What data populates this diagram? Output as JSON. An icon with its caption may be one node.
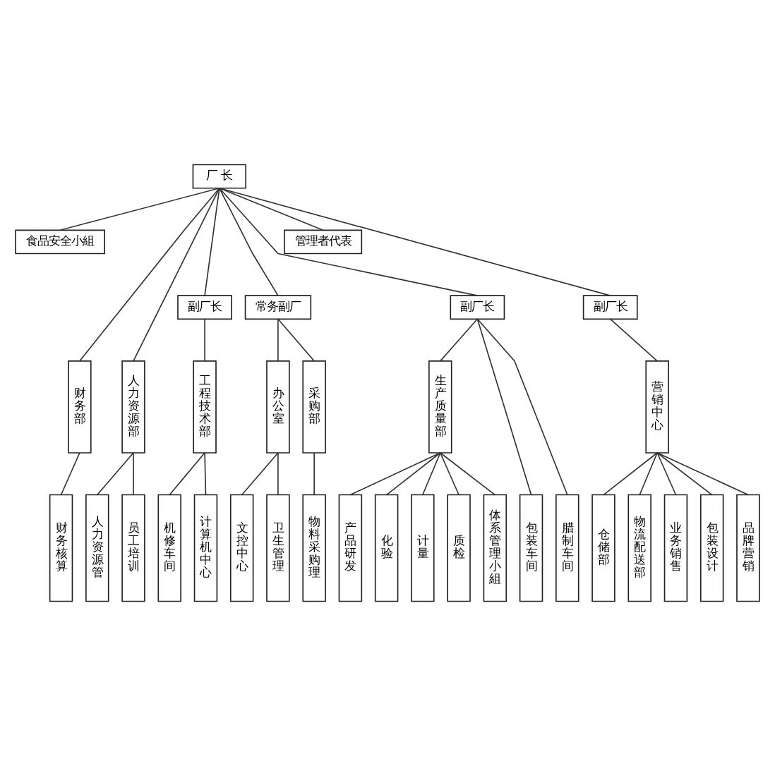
{
  "diagram": {
    "nodes": [
      {
        "text": [
          "厂 长"
        ]
      },
      {
        "text": [
          "食品安全小組"
        ]
      },
      {
        "text": [
          "管理者代表"
        ]
      },
      {
        "text": [
          "副厂长"
        ]
      },
      {
        "text": [
          "常务副厂"
        ]
      },
      {
        "text": [
          "副厂长"
        ]
      },
      {
        "text": [
          "副厂长"
        ]
      },
      {
        "text": [
          "财务部"
        ]
      },
      {
        "text": [
          "人力资源部"
        ]
      },
      {
        "text": [
          "工程技术部"
        ]
      },
      {
        "text": [
          "办公室"
        ]
      },
      {
        "text": [
          "采购部"
        ]
      },
      {
        "text": [
          "生产质量部"
        ]
      },
      {
        "text": [
          "营销中心"
        ]
      },
      {
        "text": [
          "财务核算"
        ]
      },
      {
        "text": [
          "人力资源管"
        ]
      },
      {
        "text": [
          "员工培训"
        ]
      },
      {
        "text": [
          "机修车间"
        ]
      },
      {
        "text": [
          "计算机中心"
        ]
      },
      {
        "text": [
          "文控中心"
        ]
      },
      {
        "text": [
          "卫生管理"
        ]
      },
      {
        "text": [
          "物料采购理"
        ]
      },
      {
        "text": [
          "产品研发"
        ]
      },
      {
        "text": [
          "化验"
        ]
      },
      {
        "text": [
          "计量"
        ]
      },
      {
        "text": [
          "质检"
        ]
      },
      {
        "text": [
          "体系管理小組"
        ]
      },
      {
        "text": [
          "包装车间"
        ]
      },
      {
        "text": [
          "腊制车间"
        ]
      },
      {
        "text": [
          "仓储部"
        ]
      },
      {
        "text": [
          "物流配送部"
        ]
      },
      {
        "text": [
          "业务销售"
        ]
      },
      {
        "text": [
          "包装设计"
        ]
      },
      {
        "text": [
          "品牌营销"
        ]
      }
    ],
    "edges": [
      {
        "from": 0,
        "to": 1,
        "arrow": "none"
      },
      {
        "from": 0,
        "to": 7,
        "arrow": "none"
      },
      {
        "from": 0,
        "to": 8,
        "arrow": "none"
      },
      {
        "from": 0,
        "to": 3,
        "arrow": "none"
      },
      {
        "from": 0,
        "to": 4,
        "arrow": "none"
      },
      {
        "from": 0,
        "to": 5,
        "arrow": "none"
      },
      {
        "from": 0,
        "to": 2,
        "arrow": "none"
      },
      {
        "from": 0,
        "to": 6,
        "arrow": "none"
      },
      {
        "from": 3,
        "to": 9,
        "arrow": "none"
      },
      {
        "from": 4,
        "to": 10,
        "arrow": "none"
      },
      {
        "from": 4,
        "to": 11,
        "arrow": "none"
      },
      {
        "from": 5,
        "to": 12,
        "arrow": "none"
      },
      {
        "from": 5,
        "to": 27,
        "arrow": "none"
      },
      {
        "from": 5,
        "to": 28,
        "arrow": "none"
      },
      {
        "from": 6,
        "to": 13,
        "arrow": "none"
      },
      {
        "from": 7,
        "to": 14,
        "arrow": "none"
      },
      {
        "from": 8,
        "to": 15,
        "arrow": "none"
      },
      {
        "from": 8,
        "to": 16,
        "arrow": "none"
      },
      {
        "from": 9,
        "to": 17,
        "arrow": "none"
      },
      {
        "from": 9,
        "to": 18,
        "arrow": "none"
      },
      {
        "from": 10,
        "to": 19,
        "arrow": "none"
      },
      {
        "from": 10,
        "to": 20,
        "arrow": "none"
      },
      {
        "from": 11,
        "to": 21,
        "arrow": "none"
      },
      {
        "from": 12,
        "to": 22,
        "arrow": "none"
      },
      {
        "from": 12,
        "to": 23,
        "arrow": "none"
      },
      {
        "from": 12,
        "to": 24,
        "arrow": "none"
      },
      {
        "from": 12,
        "to": 25,
        "arrow": "none"
      },
      {
        "from": 12,
        "to": 26,
        "arrow": "none"
      },
      {
        "from": 13,
        "to": 29,
        "arrow": "none"
      },
      {
        "from": 13,
        "to": 30,
        "arrow": "none"
      },
      {
        "from": 13,
        "to": 31,
        "arrow": "none"
      },
      {
        "from": 13,
        "to": 32,
        "arrow": "none"
      },
      {
        "from": 13,
        "to": 33,
        "arrow": "none"
      }
    ]
  }
}
